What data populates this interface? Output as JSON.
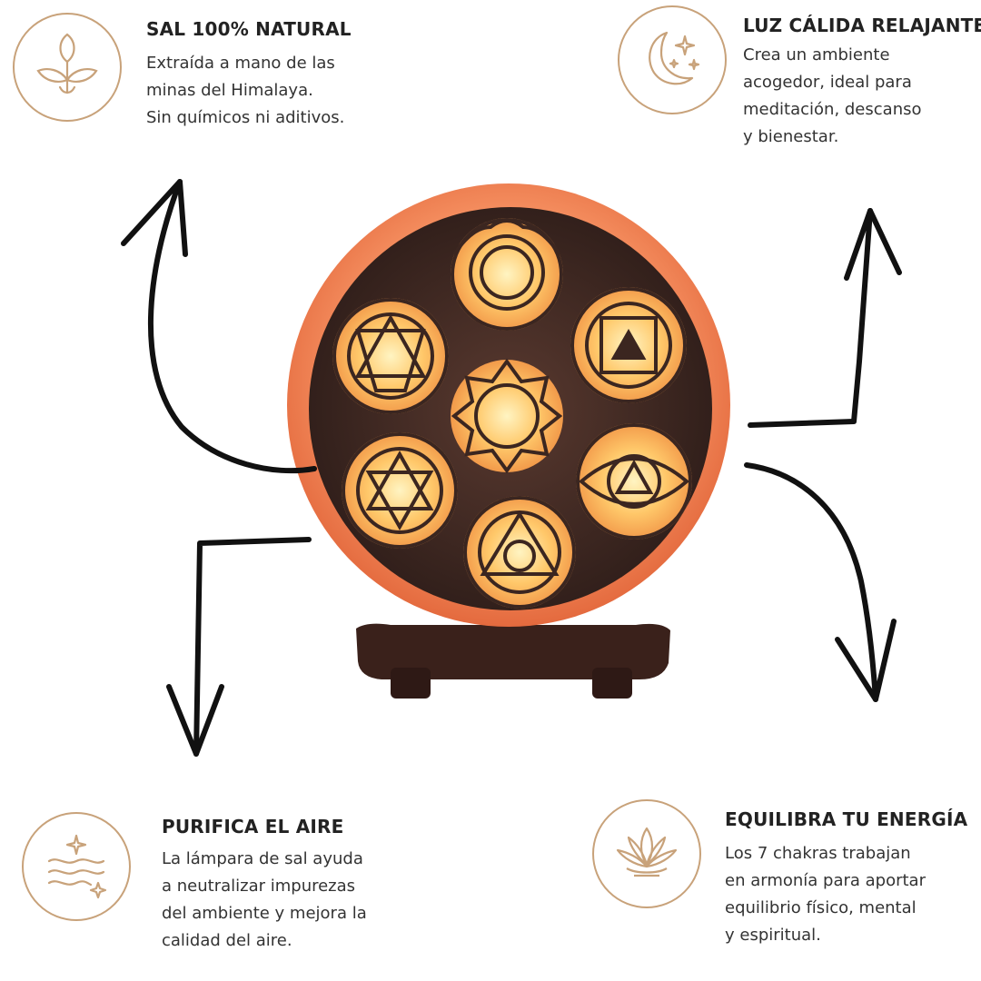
{
  "colors": {
    "accent_gold": "#c8a27a",
    "salt_orange": "#f08a5a",
    "wood_dark": "#3b2620",
    "glow": "#ffd07a",
    "arrow": "#111111"
  },
  "features": [
    {
      "icon": "leaf-sprout-icon",
      "title": "SAL 100% NATURAL",
      "lines": [
        "Extraída a mano de las",
        "minas del Himalaya.",
        "Sin químicos ni aditivos."
      ]
    },
    {
      "icon": "moon-stars-icon",
      "title": "LUZ CÁLIDA RELAJANTE",
      "lines": [
        "Crea un ambiente",
        "acogedor, ideal para",
        "meditación, descanso",
        "y bienestar."
      ]
    },
    {
      "icon": "air-waves-sparkle-icon",
      "title": "PURIFICA EL AIRE",
      "lines": [
        "La lámpara de sal ayuda",
        "a neutralizar impurezas",
        "del ambiente y mejora la",
        "calidad del aire."
      ]
    },
    {
      "icon": "lotus-icon",
      "title": "EQUILIBRA TU ENERGÍA",
      "lines": [
        "Los 7 chakras trabajan",
        "en armonía para aportar",
        "equilibrio físico, mental",
        "y espiritual."
      ]
    }
  ],
  "product": {
    "chakra_count": 7
  }
}
